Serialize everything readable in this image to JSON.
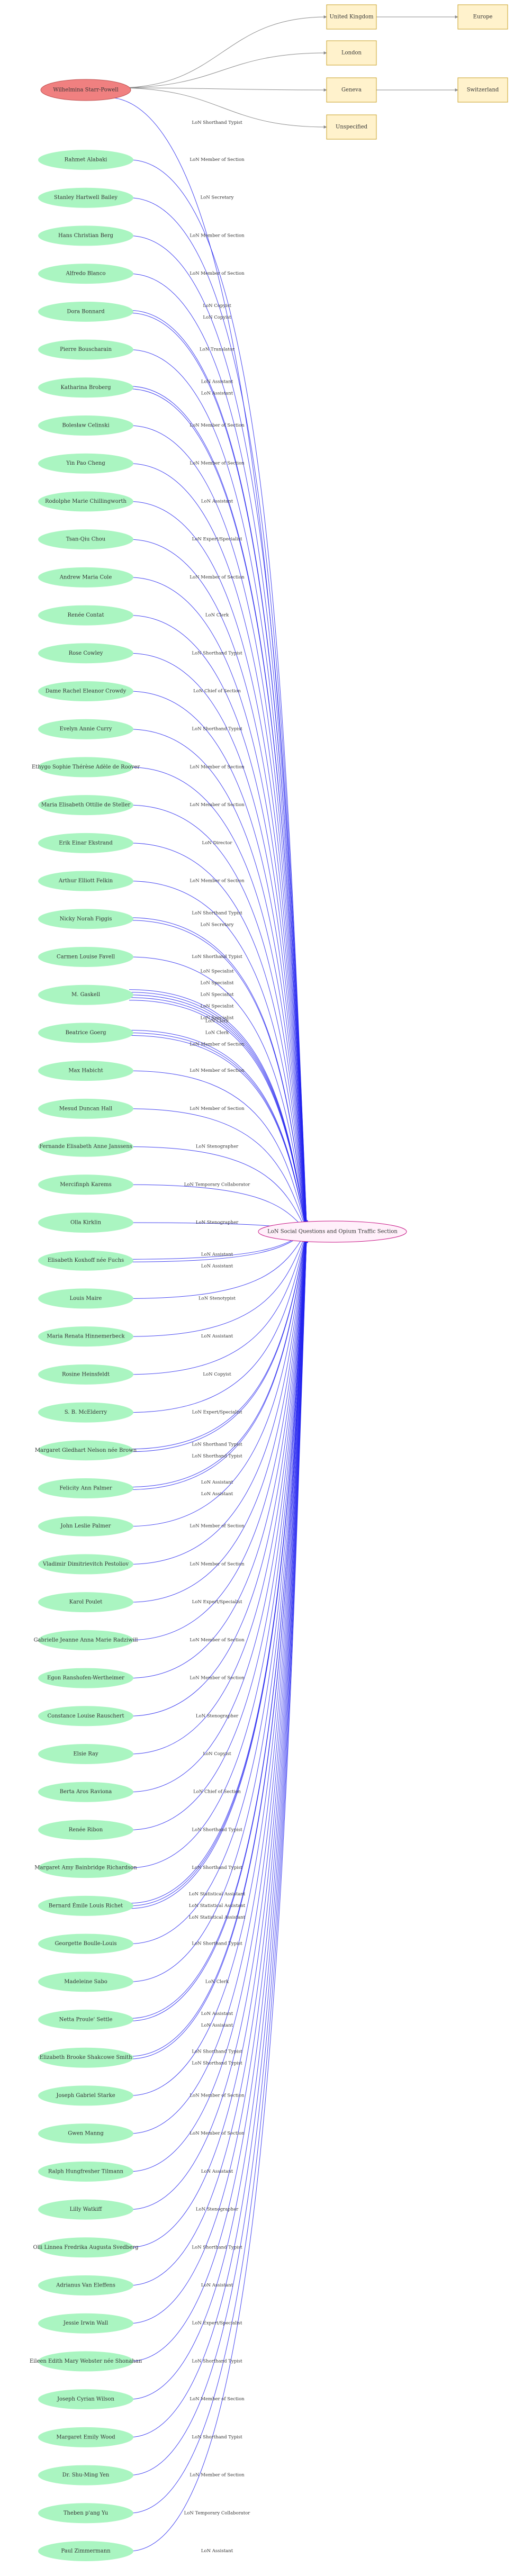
{
  "colors": {
    "background": "#ffffff",
    "person_fill": "#aaf5c1",
    "hub_fill": "#f08080",
    "hub_stroke": "#c05050",
    "location_fill": "#fff2cc",
    "location_stroke": "#c9a227",
    "section_fill": "#fff0fa",
    "section_stroke": "#c71585",
    "section_text": "#8a1b6c",
    "edge_blue": "#2222ee",
    "edge_gray": "#8a8a8a",
    "edge_label": "#333333"
  },
  "hub": {
    "label": "Wilhelmina Starr-Powell"
  },
  "section": {
    "label": "LoN Social Questions and Opium Traffic Section"
  },
  "locations": [
    {
      "id": "uk",
      "label": "United Kingdom"
    },
    {
      "id": "europe",
      "label": "Europe"
    },
    {
      "id": "london",
      "label": "London"
    },
    {
      "id": "geneva",
      "label": "Geneva"
    },
    {
      "id": "switzerland",
      "label": "Switzerland"
    },
    {
      "id": "unspecified",
      "label": "Unspecified"
    }
  ],
  "hub_edge_label": "LoN Shorthand Typist",
  "people": [
    {
      "label": "Rahmet Alabaki",
      "edges": [
        "LoN Member of Section"
      ]
    },
    {
      "label": "Stanley Hartwell Bailey",
      "edges": [
        "LoN Secretary"
      ]
    },
    {
      "label": "Hans Christian Berg",
      "edges": [
        "LoN Member of Section"
      ]
    },
    {
      "label": "Alfredo Blanco",
      "edges": [
        "LoN Member of Section"
      ]
    },
    {
      "label": "Dora Bonnard",
      "edges": [
        "LoN Copyist",
        "LoN Copyist"
      ]
    },
    {
      "label": "Pierre Bouscharain",
      "edges": [
        "LoN Translator"
      ]
    },
    {
      "label": "Katharina Broberg",
      "edges": [
        "LoN Assistant",
        "LoN Assistant"
      ]
    },
    {
      "label": "Bolesław Celinski",
      "edges": [
        "LoN Member of Section"
      ]
    },
    {
      "label": "Yin Pao Cheng",
      "edges": [
        "LoN Member of Section"
      ]
    },
    {
      "label": "Rodolphe Marie Chillingworth",
      "edges": [
        "LoN Assistant"
      ]
    },
    {
      "label": "Tsan-Qiu Chou",
      "edges": [
        "LoN Expert/Specialist"
      ]
    },
    {
      "label": "Andrew Maria Cole",
      "edges": [
        "LoN Member of Section"
      ]
    },
    {
      "label": "Renée Contat",
      "edges": [
        "LoN Clerk"
      ]
    },
    {
      "label": "Rose Cowley",
      "edges": [
        "LoN Shorthand Typist"
      ]
    },
    {
      "label": "Dame Rachel Eleanor Crowdy",
      "edges": [
        "LoN Chief of Section"
      ]
    },
    {
      "label": "Evelyn Annie Curry",
      "edges": [
        "LoN Shorthand Typist"
      ]
    },
    {
      "label": "Ethygo Sophie Thérèse Adèle de Roover",
      "edges": [
        "LoN Member of Section"
      ]
    },
    {
      "label": "Maria Elisabeth Ottilie de Steller",
      "edges": [
        "LoN Member of Section"
      ]
    },
    {
      "label": "Erik Einar Ekstrand",
      "edges": [
        "LoN Director"
      ]
    },
    {
      "label": "Arthur Elliott Felkin",
      "edges": [
        "LoN Member of Section"
      ]
    },
    {
      "label": "Nicky Norah Figgis",
      "edges": [
        "LoN Shorthand Typist",
        "LoN Secretary"
      ]
    },
    {
      "label": "Carmen Louise Favell",
      "edges": [
        "LoN Shorthand Typist"
      ]
    },
    {
      "label": "M. Gaskell",
      "edges": [
        "LoN Specialist",
        "LoN Specialist",
        "LoN Specialist",
        "LoN Specialist",
        "LoN Specialist"
      ]
    },
    {
      "label": "Beatrice Goerg",
      "edges": [
        "LoN Clerk",
        "LoN Clerk",
        "LoN Member of Section"
      ]
    },
    {
      "label": "Max Habicht",
      "edges": [
        "LoN Member of Section"
      ]
    },
    {
      "label": "Mesud Duncan Hall",
      "edges": [
        "LoN Member of Section"
      ]
    },
    {
      "label": "Fernande Elisabeth Anne Janssens",
      "edges": [
        "LoN Stenographer"
      ]
    },
    {
      "label": "Mercifinph Karems",
      "edges": [
        "LoN Temporary Collaborator"
      ]
    },
    {
      "label": "Olla Kirklin",
      "edges": [
        "LoN Stenographer"
      ]
    },
    {
      "label": "Elisabeth Koxhoff née Fuchs",
      "edges": [
        "LoN Assistant",
        "LoN Assistant"
      ]
    },
    {
      "label": "Louis Maire",
      "edges": [
        "LoN Stenotypist"
      ]
    },
    {
      "label": "Maria Renata Hinnemerbeck",
      "edges": [
        "LoN Assistant"
      ]
    },
    {
      "label": "Rosine Heinsfeldt",
      "edges": [
        "LoN Copyist"
      ]
    },
    {
      "label": "S. B. McElderry",
      "edges": [
        "LoN Expert/Specialist"
      ]
    },
    {
      "label": "Margaret Gledhart Nelson née Brown",
      "edges": [
        "LoN Shorthand Typist",
        "LoN Shorthand Typist"
      ]
    },
    {
      "label": "Felicity Ann Palmer",
      "edges": [
        "LoN Assistant",
        "LoN Assistant"
      ]
    },
    {
      "label": "John Leslie Palmer",
      "edges": [
        "LoN Member of Section"
      ]
    },
    {
      "label": "Vladimir Dimitrievitch Pestoliov",
      "edges": [
        "LoN Member of Section"
      ]
    },
    {
      "label": "Karol Poulet",
      "edges": [
        "LoN Expert/Specialist"
      ]
    },
    {
      "label": "Gabrielle Jeanne Anna Marie Radziwill",
      "edges": [
        "LoN Member of Section"
      ]
    },
    {
      "label": "Egon Ranshofen-Wertheimer",
      "edges": [
        "LoN Member of Section"
      ]
    },
    {
      "label": "Constance Louise Rauschert",
      "edges": [
        "LoN Stenographer"
      ]
    },
    {
      "label": "Elsie Ray",
      "edges": [
        "LoN Copyist"
      ]
    },
    {
      "label": "Berta Aros Raviona",
      "edges": [
        "LoN Chief of Section"
      ]
    },
    {
      "label": "Renée Ribon",
      "edges": [
        "LoN Shorthand Typist"
      ]
    },
    {
      "label": "Margaret Amy Bainbridge Richardson",
      "edges": [
        "LoN Shorthand Typist"
      ]
    },
    {
      "label": "Bernard Émile Louis Richet",
      "edges": [
        "LoN Statistical Assistant",
        "LoN Statistical Assistant",
        "LoN Statistical Assistant"
      ]
    },
    {
      "label": "Georgette Boulle-Louis",
      "edges": [
        "LoN Shorthand Typist"
      ]
    },
    {
      "label": "Madeleine Sabo",
      "edges": [
        "LoN Clerk"
      ]
    },
    {
      "label": "Netta Proule' Settle",
      "edges": [
        "LoN Assistant",
        "LoN Assistant"
      ]
    },
    {
      "label": "Elizabeth Brooke Shakcowe Smith",
      "edges": [
        "LoN Shorthand Typist",
        "LoN Shorthand Typist"
      ]
    },
    {
      "label": "Joseph Gabriel Starke",
      "edges": [
        "LoN Member of Section"
      ]
    },
    {
      "label": "Gwen Manng",
      "edges": [
        "LoN Member of Section"
      ]
    },
    {
      "label": "Ralph Hungfresher Tilmann",
      "edges": [
        "LoN Assistant"
      ]
    },
    {
      "label": "Lilly Watkiff",
      "edges": [
        "LoN Stenographer"
      ]
    },
    {
      "label": "Olli Linnea Fredrika Augusta Svedberg",
      "edges": [
        "LoN Shorthand Typist"
      ]
    },
    {
      "label": "Adrianus Van Eleffens",
      "edges": [
        "LoN Assistant"
      ]
    },
    {
      "label": "Jessie Irwin Wall",
      "edges": [
        "LoN Expert/Specialist"
      ]
    },
    {
      "label": "Eileen Edith Mary Webster née Shonahan",
      "edges": [
        "LoN Shorthand Typist"
      ]
    },
    {
      "label": "Joseph Cyrian Wilson",
      "edges": [
        "LoN Member of Section"
      ]
    },
    {
      "label": "Margaret Emily Wood",
      "edges": [
        "LoN Shorthand Typist"
      ]
    },
    {
      "label": "Dr. Shu-Ming Yen",
      "edges": [
        "LoN Member of Section"
      ]
    },
    {
      "label": "Theben p'ang Yu",
      "edges": [
        "LoN Temporary Collaborator"
      ]
    },
    {
      "label": "Paul Zimmermann",
      "edges": [
        "LoN Assistant"
      ]
    }
  ]
}
